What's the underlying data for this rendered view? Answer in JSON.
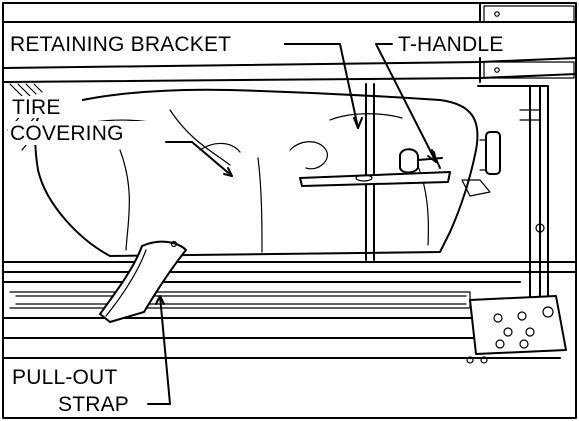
{
  "labels": {
    "retaining_bracket": "RETAINING BRACKET",
    "t_handle": "T-HANDLE",
    "tire_line1": "TIRE",
    "tire_line2": "COVERING",
    "pull_out_line1": "PULL-OUT",
    "pull_out_line2": "STRAP"
  },
  "colors": {
    "ink": "#000000",
    "paper": "#ffffff"
  }
}
